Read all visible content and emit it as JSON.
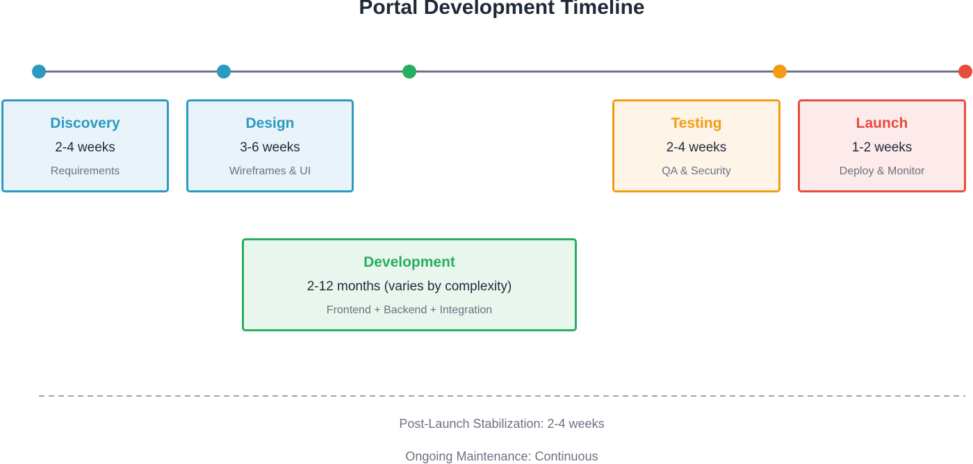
{
  "title": "Portal Development Timeline",
  "colors": {
    "line": "#6b7280",
    "discovery": "#2a9ac0",
    "design": "#2a9ac0",
    "development": "#27ae60",
    "testing": "#f39c12",
    "launch": "#e74c3c"
  },
  "phases": [
    {
      "name": "Discovery",
      "duration": "2-4 weeks",
      "description": "Requirements"
    },
    {
      "name": "Design",
      "duration": "3-6 weeks",
      "description": "Wireframes & UI"
    },
    {
      "name": "Development",
      "duration": "2-12 months (varies by complexity)",
      "description": "Frontend + Backend + Integration"
    },
    {
      "name": "Testing",
      "duration": "2-4 weeks",
      "description": "QA & Security"
    },
    {
      "name": "Launch",
      "duration": "1-2 weeks",
      "description": "Deploy & Monitor"
    }
  ],
  "footer": {
    "stabilization": "Post-Launch Stabilization: 2-4 weeks",
    "maintenance": "Ongoing Maintenance: Continuous"
  }
}
